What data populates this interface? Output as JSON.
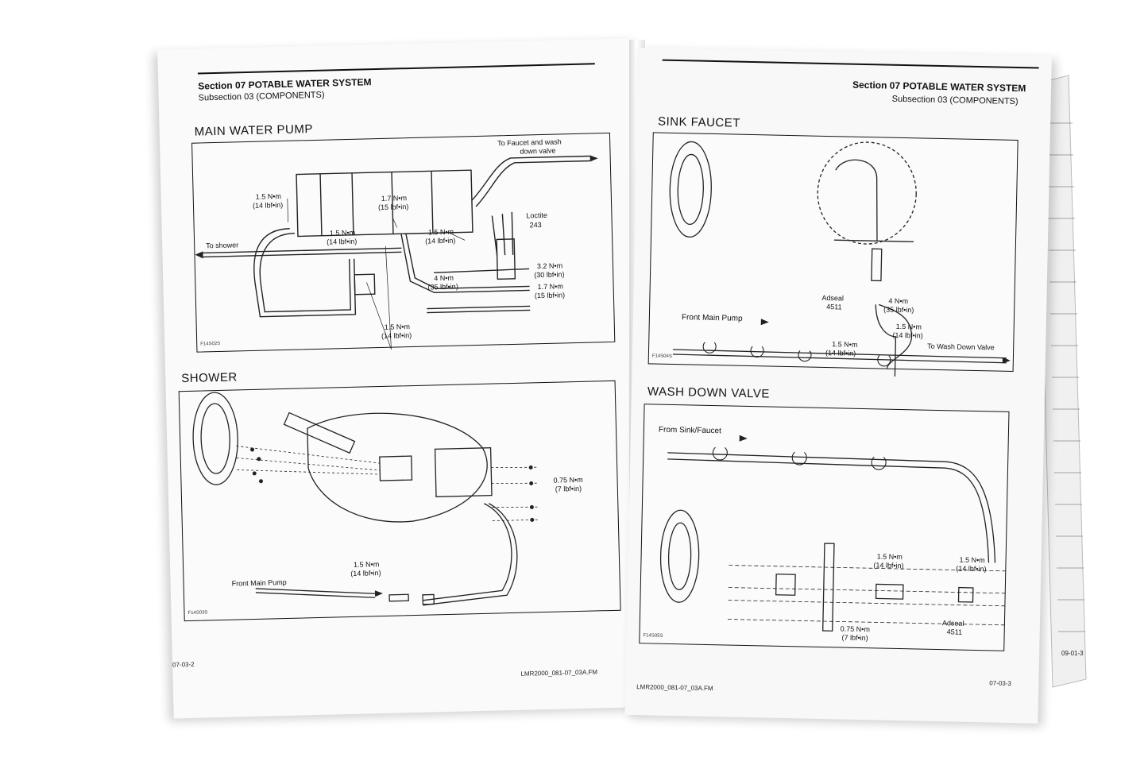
{
  "left_page": {
    "section": "Section 07   POTABLE WATER SYSTEM",
    "subsection": "Subsection 03   (COMPONENTS)",
    "main_pump": {
      "title": "MAIN WATER PUMP",
      "to_faucet": "To Faucet and wash",
      "to_faucet2": "down valve",
      "to_shower": "To shower",
      "t1a": "1.5 N•m",
      "t1b": "(14 lbf•in)",
      "t2a": "1.7 N•m",
      "t2b": "(15 lbf•in)",
      "t3a": "1.5 N•m",
      "t3b": "(14 lbf•in)",
      "t4a": "1.5 N•m",
      "t4b": "(14 lbf•in)",
      "loctite": "Loctite",
      "loctite_no": "243",
      "t5a": "4 N•m",
      "t5b": "(35 lbf•in)",
      "t6a": "3.2 N•m",
      "t6b": "(30 lbf•in)",
      "t7a": "1.7 N•m",
      "t7b": "(15 lbf•in)",
      "t8a": "1.5 N•m",
      "t8b": "(14 lbf•in)",
      "code": "F14S02S"
    },
    "shower": {
      "title": "SHOWER",
      "t1a": "0.75 N•m",
      "t1b": "(7 lbf•in)",
      "t2a": "1.5 N•m",
      "t2b": "(14 lbf•in)",
      "front_pump": "Front Main Pump",
      "code": "F14S03S"
    },
    "page_no": "07-03-2",
    "file": "LMR2000_081-07_03A.FM"
  },
  "right_page": {
    "section": "Section 07   POTABLE WATER SYSTEM",
    "subsection": "Subsection 03   (COMPONENTS)",
    "sink": {
      "title": "SINK FAUCET",
      "adseal": "Adseal",
      "adseal_no": "4511",
      "t1a": "4 N•m",
      "t1b": "(35 lbf•in)",
      "t2a": "1.5 N•m",
      "t2b": "(14 lbf•in)",
      "t3a": "1.5 N•m",
      "t3b": "(14 lbf•in)",
      "front_pump": "Front Main Pump",
      "to_wash": "To Wash Down Valve",
      "code": "F14S04S"
    },
    "wash": {
      "title": "WASH DOWN VALVE",
      "from_sink": "From Sink/Faucet",
      "t1a": "1.5 N•m",
      "t1b": "(14 lbf•in)",
      "t2a": "1.5 N•m",
      "t2b": "(14 lbf•in)",
      "t3a": "0.75 N•m",
      "t3b": "(7 lbf•in)",
      "adseal": "Adseal",
      "adseal_no": "4511",
      "code": "F14S05S"
    },
    "page_no": "07-03-3",
    "file": "LMR2000_081-07_03A.FM",
    "edge_page_no": "09-01-3"
  }
}
